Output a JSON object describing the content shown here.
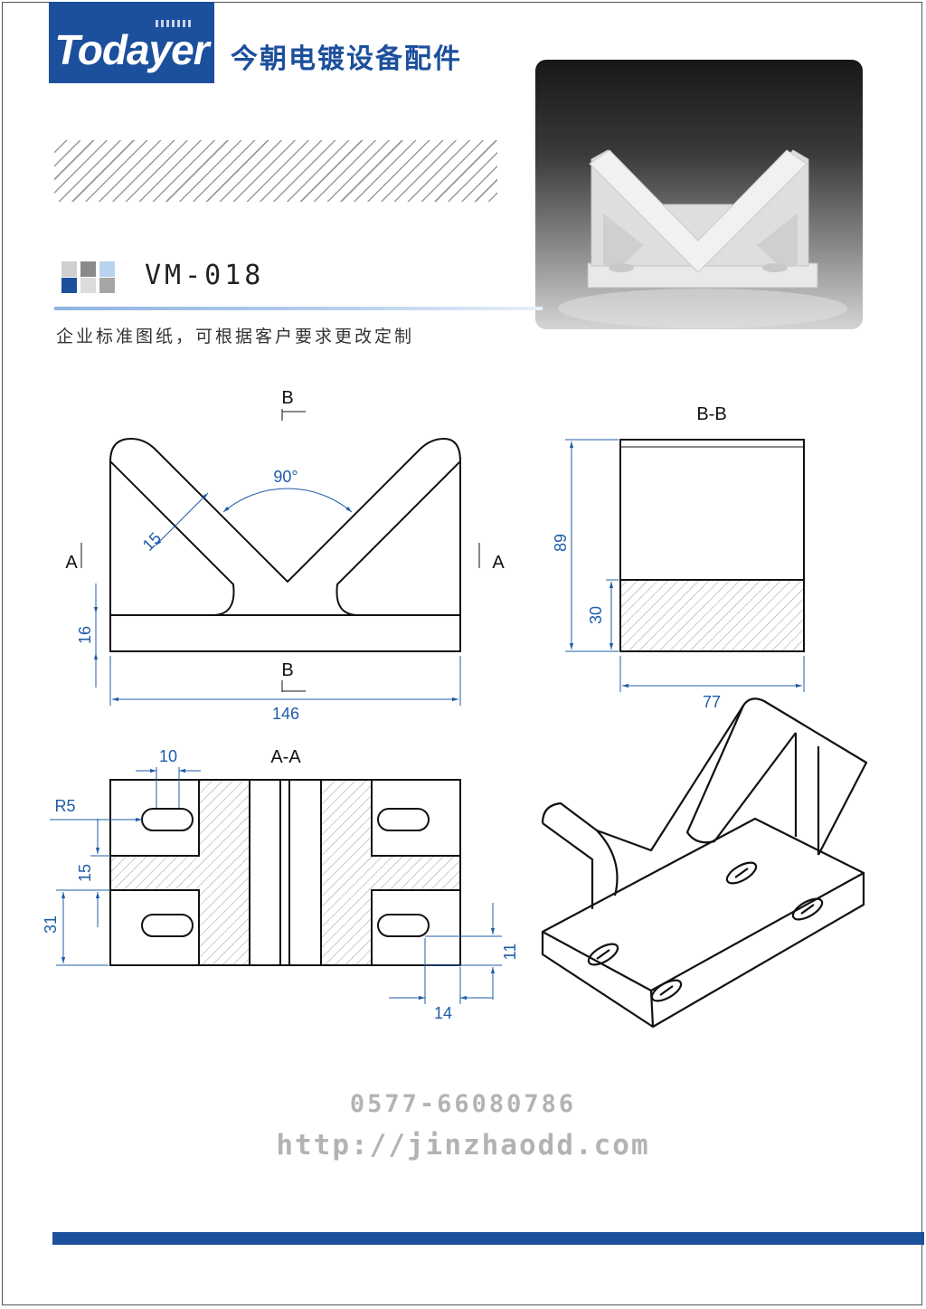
{
  "brand": {
    "logo": "Todayer",
    "company": "今朝电镀设备配件"
  },
  "product": {
    "model": "VM-018",
    "photo_description": "V型支架实物照片"
  },
  "note": "企业标准图纸，可根据客户要求更改定制",
  "swatches": [
    "#cfcfcf",
    "#8a8a8a",
    "#b9d3ee",
    "#1c4f9c",
    "#dcdcdc",
    "#a6a6a6"
  ],
  "views": {
    "front": {
      "section_top": "B",
      "section_bottom": "B",
      "section_left": "A",
      "section_right": "A",
      "angle": "90°",
      "dim_thickness": "15",
      "dim_base": "16",
      "dim_width": "146"
    },
    "side": {
      "title": "B-B",
      "dim_height": "89",
      "dim_base": "30",
      "dim_depth": "77"
    },
    "plan": {
      "title": "A-A",
      "dim_slot_len": "10",
      "dim_radius": "R5",
      "dim_rib": "15",
      "dim_half": "31",
      "dim_slot_y": "11",
      "dim_slot_x": "14"
    }
  },
  "contact": {
    "phone": "0577-66080786",
    "website": "http://jinzhaodd.com"
  },
  "colors": {
    "brand_blue": "#1c4f9c",
    "dimension_blue": "#1f5ca8",
    "gray_text": "#b3b3b3"
  }
}
